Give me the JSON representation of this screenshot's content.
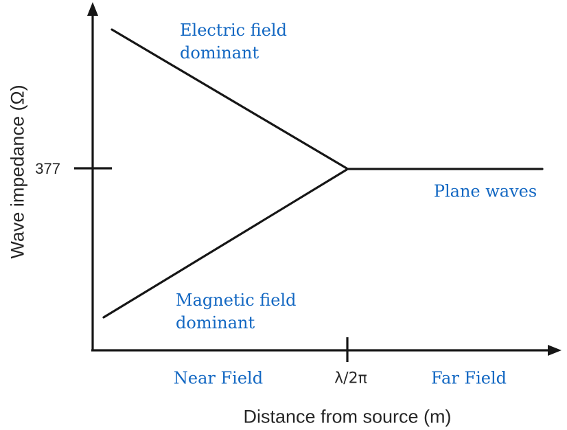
{
  "diagram": {
    "title_semantic": "Wave impedance versus distance from source (near-field / far-field EMC diagram)",
    "colors": {
      "background": "#ffffff",
      "line": "#161616",
      "dark_text": "#262626",
      "accent_blue": "#1267c2"
    },
    "labels": {
      "y_axis": "Wave impedance (Ω)",
      "x_axis": "Distance from source (m)",
      "y_tick": "377",
      "x_tick": "λ/2π",
      "electric": "Electric field\ndominant",
      "magnetic": "Magnetic field\ndominant",
      "plane_waves": "Plane waves",
      "near_field": "Near Field",
      "far_field": "Far Field"
    }
  },
  "chart_data": {
    "type": "line",
    "title": "",
    "xlabel": "Distance from source (m)",
    "ylabel": "Wave impedance (Ω)",
    "x_ticks": [
      "λ/2π"
    ],
    "y_ticks": [
      "377"
    ],
    "grid": false,
    "legend": "none (inline annotations)",
    "series": [
      {
        "name": "Electric field dominant",
        "description": "High wave impedance near source, decreasing with distance",
        "points": [
          {
            "x": "near source",
            "y": "high (>377)"
          },
          {
            "x": "λ/2π",
            "y": 377
          }
        ]
      },
      {
        "name": "Magnetic field dominant",
        "description": "Low wave impedance near source, increasing with distance",
        "points": [
          {
            "x": "near source",
            "y": "low (<377)"
          },
          {
            "x": "λ/2π",
            "y": 377
          }
        ]
      },
      {
        "name": "Plane waves",
        "description": "Constant wave impedance 377 Ω beyond λ/2π",
        "points": [
          {
            "x": "λ/2π",
            "y": 377
          },
          {
            "x": "far field",
            "y": 377
          }
        ]
      }
    ],
    "annotations": [
      "Electric field dominant",
      "Magnetic field dominant",
      "Plane waves",
      "Near Field",
      "Far Field"
    ]
  }
}
